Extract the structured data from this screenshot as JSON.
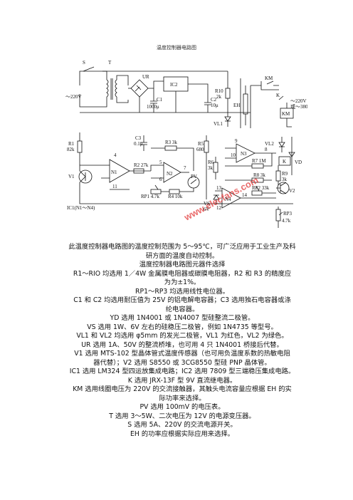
{
  "title": "温度控制器电路图",
  "watermark": "www.elecfans.com",
  "labels": {
    "switch": "S",
    "transformer": "T",
    "ac_in": "～220V",
    "bridge": "UR",
    "ic2": "IC2",
    "c1_name": "C1",
    "c1_value": "1000μ",
    "c2_name": "C2",
    "c2_value": "10μ",
    "r10_name": "R10",
    "r10_value": "2k",
    "eh": "EH",
    "vl1": "VL1",
    "km_top": "KM",
    "k": "K",
    "km_box": "KM",
    "ac_out": "～220V",
    "ac_out2": "或～380V",
    "c3_name": "C3",
    "c3_value": "0.1μ",
    "r1_name": "R1",
    "r1_value": "82k",
    "v1": "V1",
    "n1": "N1",
    "pin4": "4",
    "pin11": "11",
    "r2": "R2 27k",
    "r3": "R3 3k",
    "r5_name": "R5",
    "r5_value": "680",
    "n2": "N2",
    "pin5": "5",
    "pin6": "6",
    "pin7": "7",
    "rp1": "RP1 4.7k",
    "r4": "R4 10k",
    "pv": "PV",
    "ic1": "IC1(N1～N4)",
    "r6_name": "R6",
    "r6_value": "3k",
    "vs": "VS",
    "vs_value": "6V",
    "n3": "N3",
    "pin9": "9",
    "pin8": "8",
    "pin10": "10",
    "r7": "R7 1M",
    "r8": "R8 3k",
    "rp2": "RP2 33k",
    "n4": "N4",
    "pin13": "13",
    "pin14": "14",
    "pin12": "12",
    "rp3_name": "RP3",
    "rp3_value": "4.7k",
    "vl2": "VL2",
    "vd": "VD",
    "k_relay": "K",
    "r9_name": "R9",
    "r9_value": "3k",
    "v2": "V2"
  },
  "lines": [
    "此温度控制器电路图的温度控制范围为 5～95℃，可广泛应用于工业生产及科",
    "研方面的温度自动控制。",
    "温度控制器电路图元器件选择",
    "R1～RIO 均选用 1／4W 金属膜电阻器或碳膜电阻器，R2 和 R3 的精度应",
    "为为±1%。",
    "RP1～RP3 均选用线性电位器。",
    "C1 和 C2 均选用耐压值为 25V 的铝电解电容器；C3 选用独石电容器或涤",
    "纶电容器。",
    "YD 选用 1N4001 或 1N4007 型硅整流二极管。",
    "VS 选用 1W、6V 左右的硅稳压二极管，例如 1N4735 等型号。",
    "VL1 和 VL2 均选用 φ5mm 的发光二极管，VL1 为红色，VL2 为绿色。",
    "UR 选用 1A、50V 的整流桥堆，也可用 4 只 1N4001 桥接后代替。",
    "V1 选用 MTS-102 型晶体管式温度传感器（也可用负温度系数的热敏电阻",
    "器代替）；V2 选用 S8550 或 3CG8550 型硅 PNP 晶体管。",
    "IC1 选用 LM324 型四运放集成电路；IC2 选用 7809 型三端稳压集成电路。",
    "K 选用 JRX-13F 型 9V 直流继电器。",
    "KM 选用线圈电压为 220V 的交流接触器，其触头电流容量应根据 EH 的实",
    "际功率来选择。",
    "PV 选用 100mV 的电压表。",
    "T 选用 3～5W、二次电压为 12V 的电源变压器。",
    "S 选用 5A、220V 的交流电源开关。",
    "EH 的功率应根据实际应用来选择。"
  ]
}
